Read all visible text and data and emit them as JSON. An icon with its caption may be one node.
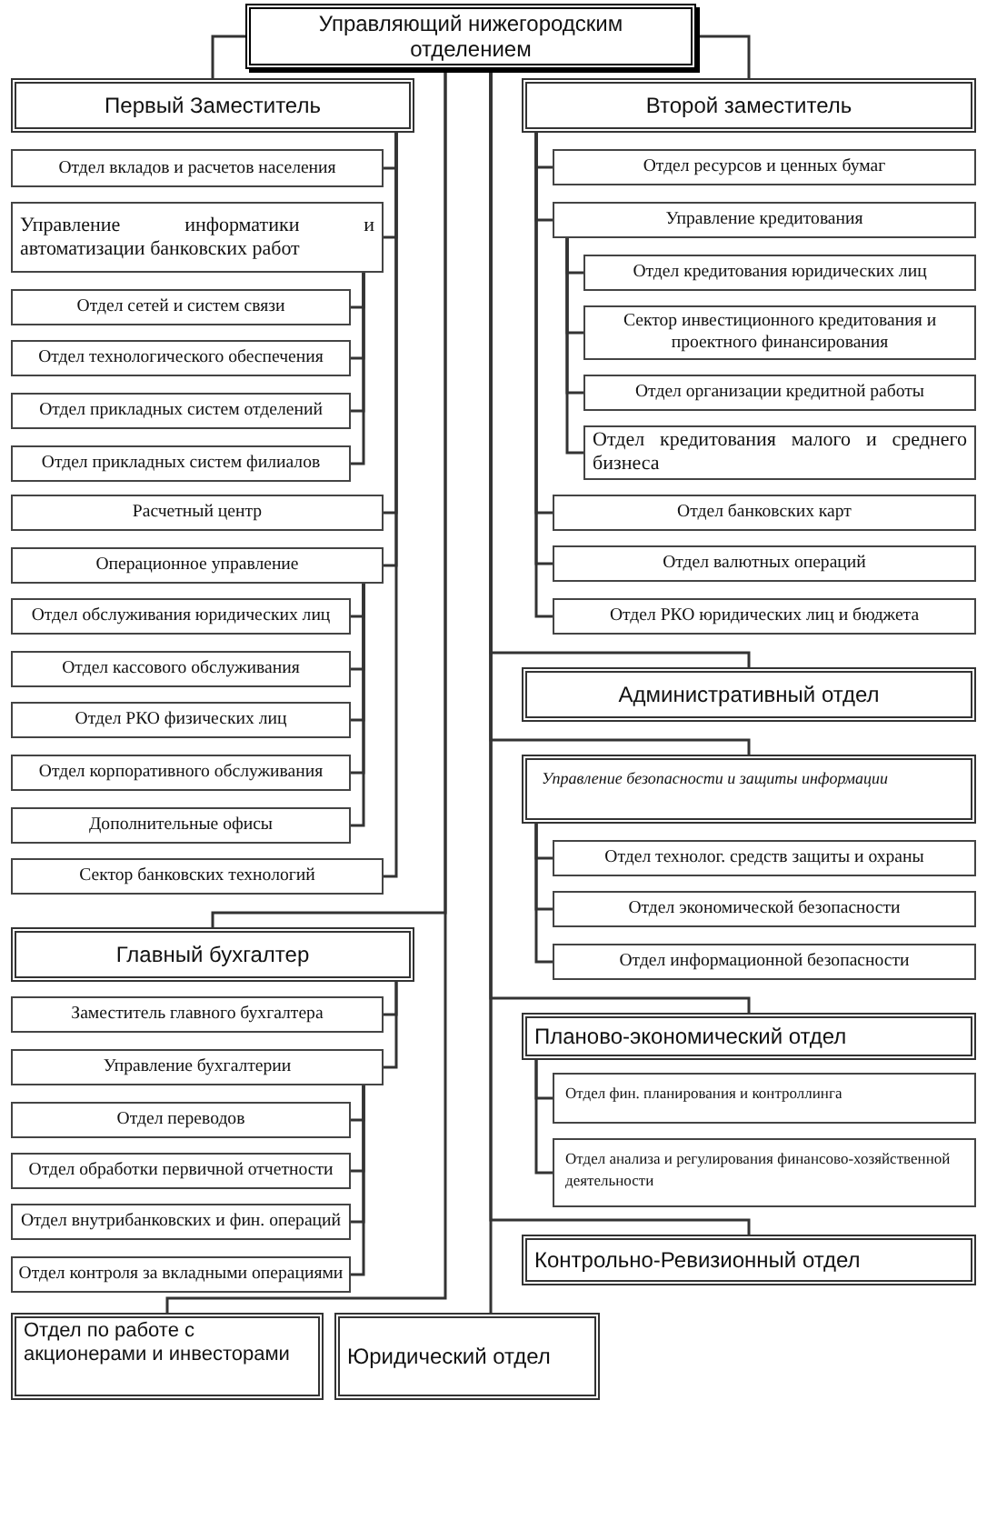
{
  "diagram": {
    "nodes": [
      {
        "text": [
          "Управляющий нижегородским отделением"
        ]
      },
      {
        "text": [
          "Первый Заместитель"
        ]
      },
      {
        "text": [
          "Отдел вкладов и расчетов населения"
        ]
      },
      {
        "text": [
          "Управление информатики и автоматизации банковских работ"
        ]
      },
      {
        "text": [
          "Отдел сетей и систем связи"
        ]
      },
      {
        "text": [
          "Отдел технологического обеспечения"
        ]
      },
      {
        "text": [
          "Отдел прикладных систем отделений"
        ]
      },
      {
        "text": [
          "Отдел прикладных систем филиалов"
        ]
      },
      {
        "text": [
          "Расчетный центр"
        ]
      },
      {
        "text": [
          "Операционное управление"
        ]
      },
      {
        "text": [
          "Отдел обслуживания юридических лиц"
        ]
      },
      {
        "text": [
          "Отдел кассового обслуживания"
        ]
      },
      {
        "text": [
          "Отдел РКО физических лиц"
        ]
      },
      {
        "text": [
          "Отдел корпоративного обслуживания"
        ]
      },
      {
        "text": [
          "Дополнительные офисы"
        ]
      },
      {
        "text": [
          "Сектор банковских технологий"
        ]
      },
      {
        "text": [
          "Главный бухгалтер"
        ]
      },
      {
        "text": [
          "Заместитель главного бухгалтера"
        ]
      },
      {
        "text": [
          "Управление бухгалтерии"
        ]
      },
      {
        "text": [
          "Отдел переводов"
        ]
      },
      {
        "text": [
          "Отдел обработки первичной отчетности"
        ]
      },
      {
        "text": [
          "Отдел внутрибанковских и фин. операций"
        ]
      },
      {
        "text": [
          "Отдел контроля за вкладными операциями"
        ]
      },
      {
        "text": [
          "Отдел по работе с акционерами и инвесторами"
        ]
      },
      {
        "text": [
          "Юридический отдел"
        ]
      },
      {
        "text": [
          "Второй заместитель"
        ]
      },
      {
        "text": [
          "Отдел ресурсов и ценных бумаг"
        ]
      },
      {
        "text": [
          "Управление кредитования"
        ]
      },
      {
        "text": [
          "Отдел кредитования юридических лиц"
        ]
      },
      {
        "text": [
          "Сектор инвестиционного кредитования и проектного финансирования"
        ]
      },
      {
        "text": [
          "Отдел организации кредитной работы"
        ]
      },
      {
        "text": [
          "Отдел кредитования малого и среднего бизнеса"
        ]
      },
      {
        "text": [
          "Отдел банковских карт"
        ]
      },
      {
        "text": [
          "Отдел валютных операций"
        ]
      },
      {
        "text": [
          "Отдел РКО юридических лиц и бюджета"
        ]
      },
      {
        "text": [
          "Административный отдел"
        ]
      },
      {
        "text": [
          "Управление безопасности и защиты информации"
        ]
      },
      {
        "text": [
          "Отдел технолог. средств защиты и охраны"
        ]
      },
      {
        "text": [
          "Отдел экономической безопасности"
        ]
      },
      {
        "text": [
          "Отдел информационной безопасности"
        ]
      },
      {
        "text": [
          "Планово-экономический отдел"
        ]
      },
      {
        "text": [
          "Отдел фин. планирования и контроллинга"
        ]
      },
      {
        "text": [
          "Отдел анализа и регулирования финансово-хозяйственной деятельности"
        ]
      },
      {
        "text": [
          "Контрольно-Ревизионный отдел"
        ]
      }
    ],
    "edges": [
      {
        "from": 0,
        "to": 1,
        "arrow": "none"
      },
      {
        "from": 1,
        "to": 2,
        "arrow": "none"
      },
      {
        "from": 1,
        "to": 3,
        "arrow": "none"
      },
      {
        "from": 3,
        "to": 4,
        "arrow": "none"
      },
      {
        "from": 3,
        "to": 5,
        "arrow": "none"
      },
      {
        "from": 3,
        "to": 6,
        "arrow": "none"
      },
      {
        "from": 3,
        "to": 7,
        "arrow": "none"
      },
      {
        "from": 1,
        "to": 8,
        "arrow": "none"
      },
      {
        "from": 1,
        "to": 9,
        "arrow": "none"
      },
      {
        "from": 9,
        "to": 10,
        "arrow": "none"
      },
      {
        "from": 9,
        "to": 11,
        "arrow": "none"
      },
      {
        "from": 9,
        "to": 12,
        "arrow": "none"
      },
      {
        "from": 9,
        "to": 13,
        "arrow": "none"
      },
      {
        "from": 9,
        "to": 14,
        "arrow": "none"
      },
      {
        "from": 1,
        "to": 15,
        "arrow": "none"
      },
      {
        "from": 0,
        "to": 16,
        "arrow": "none"
      },
      {
        "from": 16,
        "to": 17,
        "arrow": "none"
      },
      {
        "from": 16,
        "to": 18,
        "arrow": "none"
      },
      {
        "from": 18,
        "to": 19,
        "arrow": "none"
      },
      {
        "from": 18,
        "to": 20,
        "arrow": "none"
      },
      {
        "from": 18,
        "to": 21,
        "arrow": "none"
      },
      {
        "from": 18,
        "to": 22,
        "arrow": "none"
      },
      {
        "from": 0,
        "to": 23,
        "arrow": "none"
      },
      {
        "from": 0,
        "to": 24,
        "arrow": "none"
      },
      {
        "from": 0,
        "to": 25,
        "arrow": "none"
      },
      {
        "from": 25,
        "to": 26,
        "arrow": "none"
      },
      {
        "from": 25,
        "to": 27,
        "arrow": "none"
      },
      {
        "from": 27,
        "to": 28,
        "arrow": "none"
      },
      {
        "from": 27,
        "to": 29,
        "arrow": "none"
      },
      {
        "from": 27,
        "to": 30,
        "arrow": "none"
      },
      {
        "from": 27,
        "to": 31,
        "arrow": "none"
      },
      {
        "from": 25,
        "to": 32,
        "arrow": "none"
      },
      {
        "from": 25,
        "to": 33,
        "arrow": "none"
      },
      {
        "from": 25,
        "to": 34,
        "arrow": "none"
      },
      {
        "from": 0,
        "to": 35,
        "arrow": "none"
      },
      {
        "from": 0,
        "to": 36,
        "arrow": "none"
      },
      {
        "from": 36,
        "to": 37,
        "arrow": "none"
      },
      {
        "from": 36,
        "to": 38,
        "arrow": "none"
      },
      {
        "from": 36,
        "to": 39,
        "arrow": "none"
      },
      {
        "from": 0,
        "to": 40,
        "arrow": "none"
      },
      {
        "from": 40,
        "to": 41,
        "arrow": "none"
      },
      {
        "from": 40,
        "to": 42,
        "arrow": "none"
      },
      {
        "from": 0,
        "to": 43,
        "arrow": "none"
      }
    ]
  }
}
